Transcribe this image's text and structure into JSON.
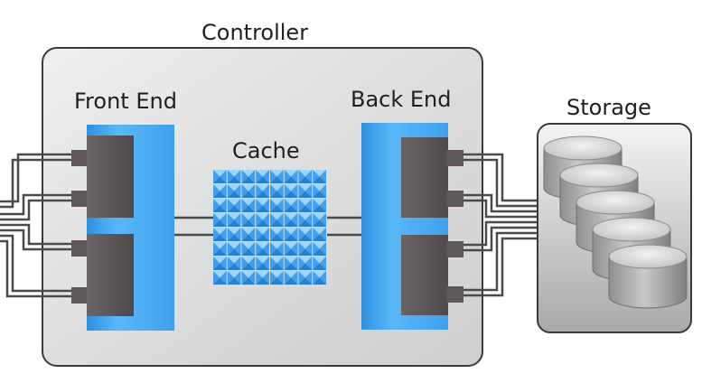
{
  "controller": {
    "label": "Controller"
  },
  "front_end": {
    "label": "Front End"
  },
  "cache": {
    "label": "Cache"
  },
  "back_end": {
    "label": "Back End"
  },
  "storage": {
    "label": "Storage",
    "disk_count": 5
  },
  "colors": {
    "panel_blue": "#3fa9f5",
    "port_gray": "#5b5557",
    "cable": "#4a4a4a",
    "controller_bg": "#dcdcdc"
  }
}
